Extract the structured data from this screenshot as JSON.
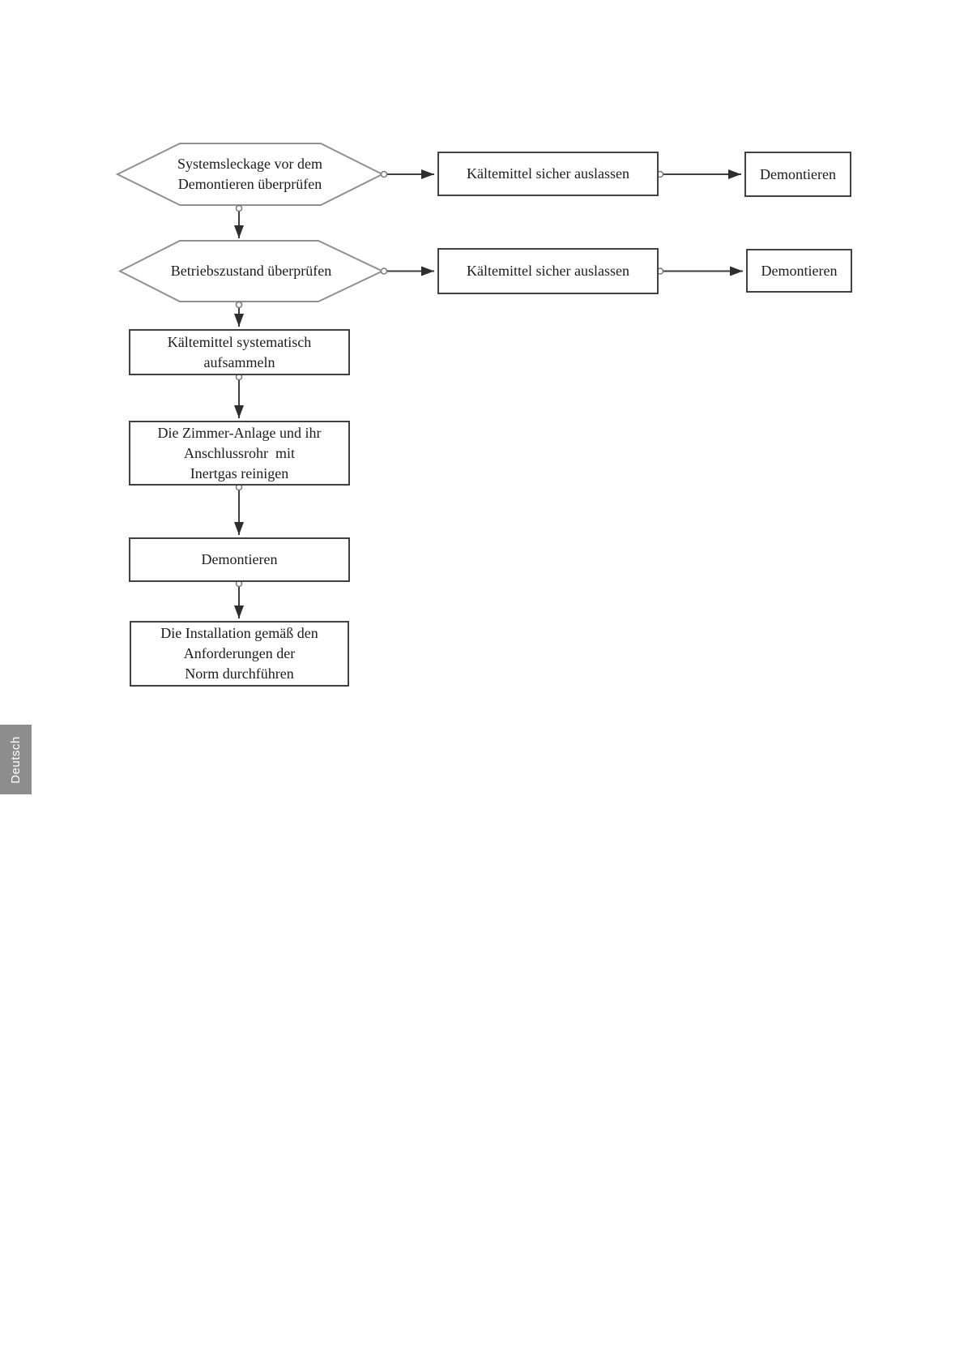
{
  "page": {
    "language_tab": "Deutsch"
  },
  "flowchart": {
    "hex_check_leakage": "Systemsleckage vor dem\nDemontieren überprüfen",
    "box_release_refrigerant_1": "Kältemittel sicher auslassen",
    "box_dismantle_1": "Demontieren",
    "hex_check_operation": "Betriebszustand überprüfen",
    "box_release_refrigerant_2": "Kältemittel sicher auslassen",
    "box_dismantle_2": "Demontieren",
    "box_collect_refrigerant": "Kältemittel systematisch\naufsammeln",
    "box_purge_inert_gas": "Die Zimmer-Anlage und ihr\nAnschlussrohr  mit\nInertgas reinigen",
    "box_dismantle_3": "Demontieren",
    "box_install_norm": "Die Installation gemäß den\nAnforderungen der\nNorm durchführen"
  },
  "colors": {
    "box_border": "#414141",
    "hexagon_border": "#8f8f8f",
    "arrow_line": "#3f3f3f",
    "connector_dot_stroke": "#777777",
    "text": "#1c1c1c",
    "tab_background": "#8d8d8d",
    "tab_text": "#ffffff",
    "page_background": "#ffffff"
  }
}
